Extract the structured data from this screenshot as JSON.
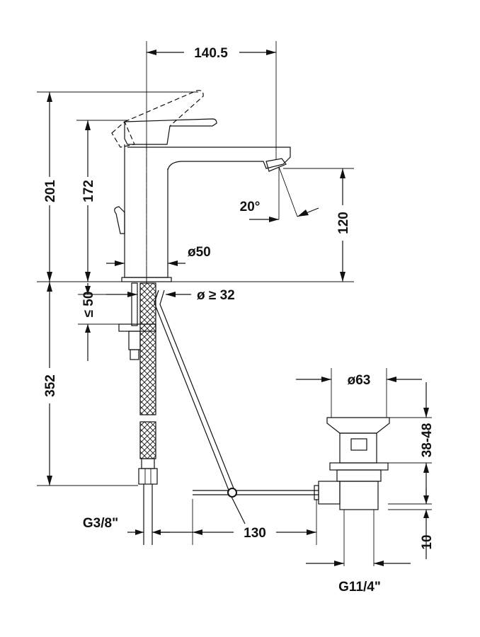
{
  "dimensions": {
    "spout_reach": "140.5",
    "total_height": "201",
    "spout_height": "172",
    "outlet_height": "120",
    "spout_angle": "20°",
    "base_diameter": "ø50",
    "hole_diameter": "ø ≥ 32",
    "max_thickness": "≤ 50",
    "below_counter": "352",
    "waste_diameter": "ø63",
    "waste_height": "38-48",
    "rod_distance": "130",
    "hose_thread": "G3/8\"",
    "waste_thread": "G11/4\"",
    "waste_offset": "10"
  }
}
